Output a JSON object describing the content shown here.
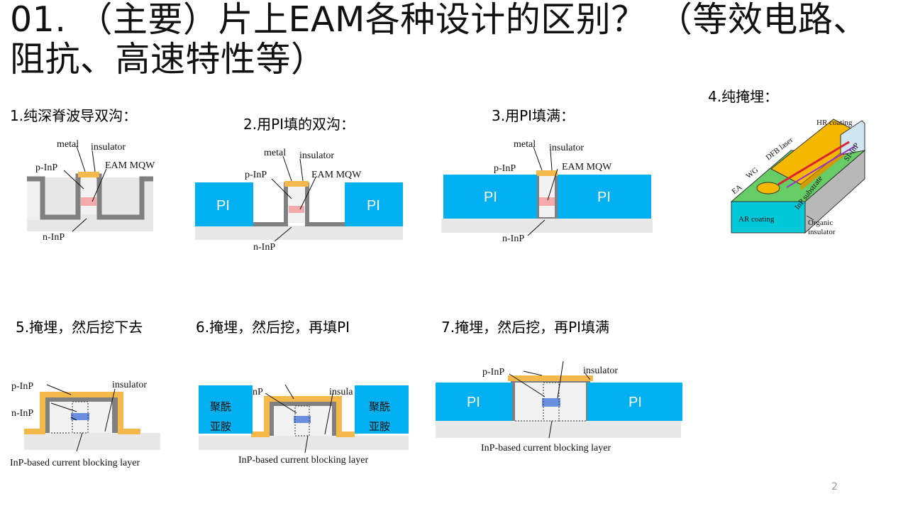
{
  "title": "01. （主要）片上EAM各种设计的区别？ （等效电路、阻抗、高速特性等）",
  "designs": [
    {
      "caption": "1.纯深脊波导双沟：",
      "labels": {
        "metal": "metal",
        "insulator": "insulator",
        "pinp": "p-InP",
        "mqw": "EAM MQW",
        "ninp": "n-InP"
      }
    },
    {
      "caption": "2.用PI填的双沟：",
      "labels": {
        "metal": "metal",
        "insulator": "insulator",
        "pinp": "p-InP",
        "mqw": "EAM MQW",
        "ninp": "n-InP",
        "pi": "PI"
      }
    },
    {
      "caption": "3.用PI填满：",
      "labels": {
        "metal": "metal",
        "insulator": "insulator",
        "pinp": "p-InP",
        "mqw": "EAM MQW",
        "ninp": "n-InP",
        "pi": "PI"
      }
    },
    {
      "caption": "4.纯掩埋：",
      "labels": {
        "hr": "HR coating",
        "dfb": "DFB laser",
        "wg": "WG",
        "ea": "EA",
        "si": "SI-InP",
        "sub": "InP substrate",
        "ar": "AR coating",
        "org1": "Organic",
        "org2": "insulator"
      }
    },
    {
      "caption": "5.掩埋，然后挖下去",
      "labels": {
        "pinp": "p-InP",
        "ninp": "n-InP",
        "insulator": "insulator",
        "cbl": "InP-based current blocking layer"
      }
    },
    {
      "caption": "6.掩埋，然后挖，再填PI",
      "labels": {
        "pinp": "nP",
        "insulator": "insula",
        "cbl": "InP-based current blocking layer",
        "pj1": "聚酰",
        "pj2": "亚胺"
      }
    },
    {
      "caption": "7.掩埋，然后挖，再PI填满",
      "labels": {
        "pinp": "p-InP",
        "insulator": "insulator",
        "cbl": "InP-based current blocking layer",
        "pi": "PI"
      }
    }
  ],
  "page_number": "2",
  "colors": {
    "pi": "#00B0F0",
    "metal": "#F5B84A",
    "insulator": "#808080",
    "mqw": "#F4AAAA",
    "mqw_blue": "#6B8FE0",
    "substrate": "#E8E8E8"
  }
}
